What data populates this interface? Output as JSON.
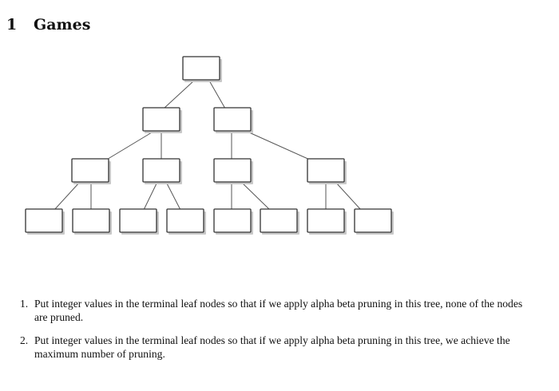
{
  "section": {
    "number": "1",
    "title": "Games"
  },
  "tree": {
    "levels": [
      1,
      2,
      4,
      8
    ],
    "node_fill": "#ffffff",
    "node_stroke": "#333333",
    "edge_color": "#555555"
  },
  "questions": [
    {
      "number": "1.",
      "text": "Put integer values in the terminal leaf nodes so that if we apply alpha beta pruning in this tree, none of the nodes are pruned."
    },
    {
      "number": "2.",
      "text": "Put integer values in the terminal leaf nodes so that if we apply alpha beta pruning in this tree, we achieve the maximum number of pruning."
    }
  ]
}
